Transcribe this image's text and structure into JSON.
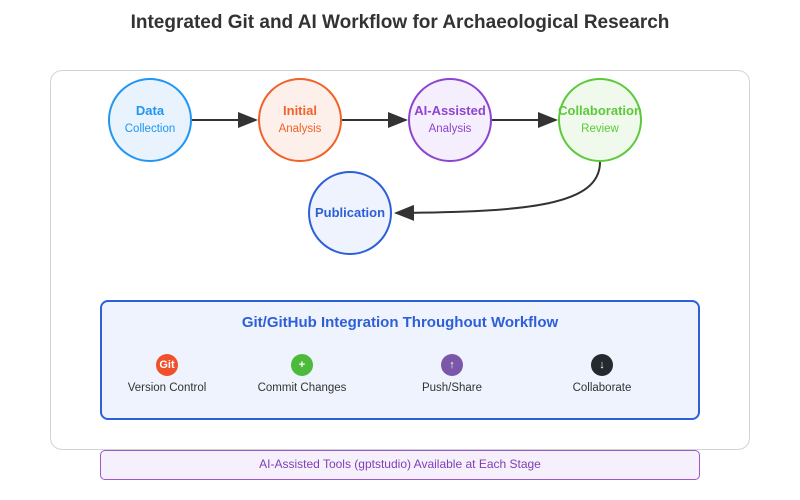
{
  "title": "Integrated Git and AI Workflow for Archaeological Research",
  "nodes": [
    {
      "line1": "Data",
      "line2": "Collection",
      "color": "#2196f3",
      "fill": "#e8f3fd"
    },
    {
      "line1": "Initial",
      "line2": "Analysis",
      "color": "#f0622a",
      "fill": "#fdf0ea"
    },
    {
      "line1": "AI-Assisted",
      "line2": "Analysis",
      "color": "#8e44d0",
      "fill": "#f5eefc"
    },
    {
      "line1": "Collaboration",
      "line2": "Review",
      "color": "#5cc93a",
      "fill": "#f0faec"
    },
    {
      "line1": "Publication",
      "line2": "",
      "color": "#2d5fd8",
      "fill": "#eef3fd"
    }
  ],
  "git_panel": {
    "title": "Git/GitHub Integration Throughout Workflow",
    "tools": [
      {
        "glyph": "Git",
        "label": "Version Control",
        "color": "#f0502a",
        "icon": "git-icon"
      },
      {
        "glyph": "+",
        "label": "Commit Changes",
        "color": "#4cbb3c",
        "icon": "plus-icon"
      },
      {
        "glyph": "↑",
        "label": "Push/Share",
        "color": "#7a57a8",
        "icon": "arrow-up-icon"
      },
      {
        "glyph": "↓",
        "label": "Collaborate",
        "color": "#24292e",
        "icon": "arrow-down-icon"
      }
    ]
  },
  "ai_bar": "AI-Assisted Tools (gptstudio) Available at Each Stage"
}
